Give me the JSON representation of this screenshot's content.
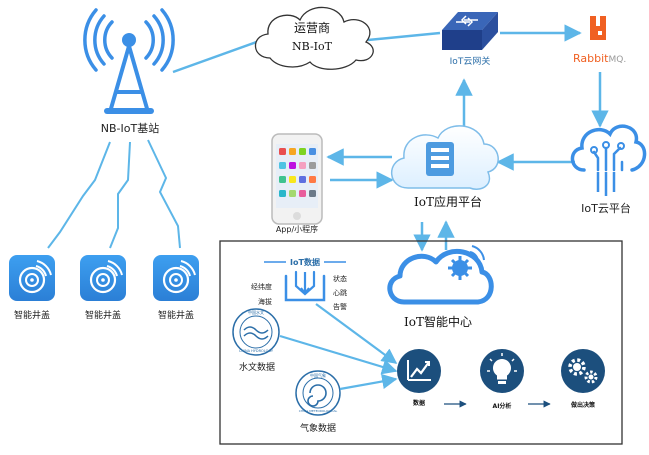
{
  "tower": {
    "label": "NB-IoT基站"
  },
  "carrier": {
    "line1": "运营商",
    "line2": "NB-IoT"
  },
  "gateway": {
    "label": "IoT云网关"
  },
  "rabbit": {
    "label": "RabbitMQ",
    "label_prefix": "Rabbit",
    "label_suffix": "MQ.",
    "accent": "#f06022"
  },
  "app_platform": {
    "label": "IoT应用平台"
  },
  "cloud_platform": {
    "label": "IoT云平台"
  },
  "phone": {
    "label": "App/小程序"
  },
  "covers": [
    {
      "label": "智能井盖"
    },
    {
      "label": "智能井盖"
    },
    {
      "label": "智能井盖"
    }
  ],
  "center": {
    "iot_data_title": "IoT数据",
    "left_items": [
      "经纬度",
      "海拔"
    ],
    "right_items": [
      "状态",
      "心跳",
      "告警"
    ],
    "label": "IoT智能中心",
    "hydrology": {
      "label": "水文数据",
      "emblem_text": "CHINA HYDROLOGY",
      "emblem_cn": "中国水文"
    },
    "weather": {
      "label": "气象数据",
      "emblem_text": "中国气象",
      "emblem_en": "CHINA METEOROLOGICAL"
    },
    "steps": [
      "数据",
      "AI分析",
      "做出决策"
    ]
  },
  "colors": {
    "primary": "#3b8fe6",
    "dark": "#1c4f7d",
    "arrow": "#5db6e8",
    "bolt": "#4aa8e2"
  }
}
